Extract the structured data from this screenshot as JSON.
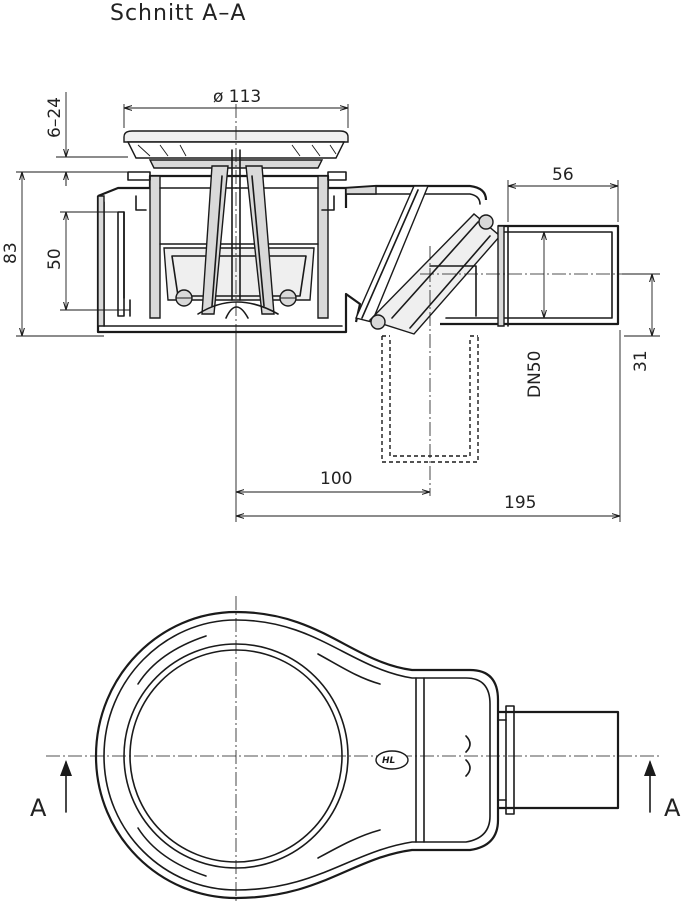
{
  "title": "Schnitt  A–A",
  "dimensions": {
    "d_top": "ø 113",
    "range": "6–24",
    "height_total": "83",
    "height_50": "50",
    "outlet_len": "56",
    "dn": "DN50",
    "right_31": "31",
    "len_100": "100",
    "len_195": "195"
  },
  "section_marker": {
    "left": "A",
    "right": "A"
  },
  "logo": "HL"
}
